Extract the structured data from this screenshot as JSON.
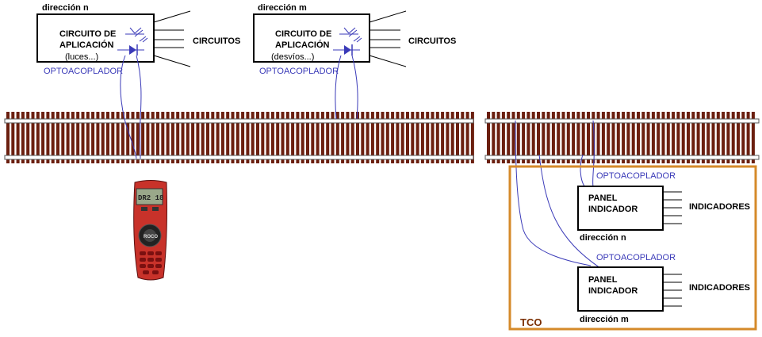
{
  "circuit_n": {
    "address": "dirección n",
    "title_line1": "CIRCUITO DE",
    "title_line2": "APLICACIÓN",
    "note": "(luces...)",
    "outputs": "CIRCUITOS",
    "opto": "OPTOACOPLADOR"
  },
  "circuit_m": {
    "address": "dirección m",
    "title_line1": "CIRCUITO DE",
    "title_line2": "APLICACIÓN",
    "note": "(desvíos...)",
    "outputs": "CIRCUITOS",
    "opto": "OPTOACOPLADOR"
  },
  "tco": {
    "label": "TCO",
    "panel_n": {
      "line1": "PANEL",
      "line2": "INDICADOR",
      "outputs": "INDICADORES",
      "address": "dirección n",
      "opto": "OPTOACOPLADOR"
    },
    "panel_m": {
      "line1": "PANEL",
      "line2": "INDICADOR",
      "outputs": "INDICADORES",
      "address": "dirección m",
      "opto": "OPTOACOPLADOR"
    }
  },
  "controller": {
    "display_text": "DR2 18",
    "brand": "ROCO"
  },
  "colors": {
    "rail": "#6b1f0f",
    "wire": "#3a3ab8",
    "tco_border": "#d58a2a",
    "controller": "#c8322a"
  }
}
